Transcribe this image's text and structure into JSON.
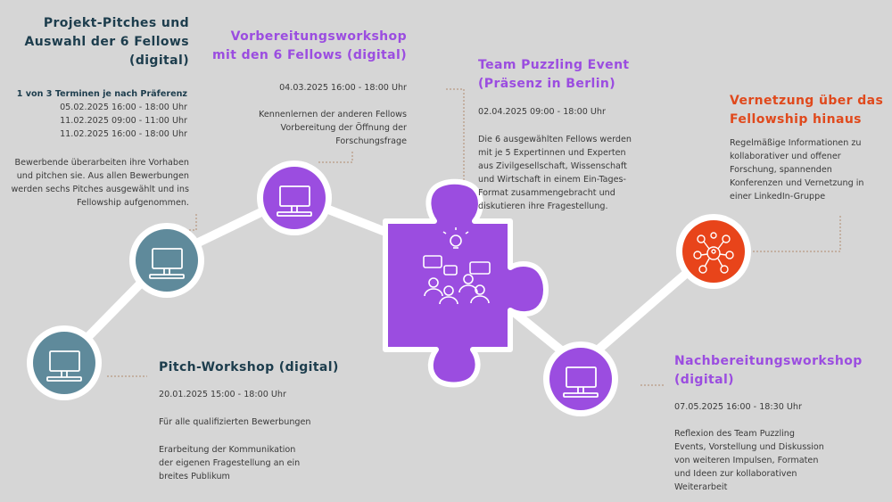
{
  "colors": {
    "background": "#d6d6d6",
    "teal": "#5f8a9b",
    "purple": "#9b4de0",
    "orange": "#e8441a",
    "dark_title": "#1d3d4d",
    "connector": "#ffffff"
  },
  "stages": {
    "pitches": {
      "title": [
        "Projekt-Pitches und",
        "Auswahl der 6 Fellows",
        "(digital)"
      ],
      "subtitle": "1 von 3 Terminen je nach Präferenz",
      "dates": [
        "05.02.2025 16:00 - 18:00 Uhr",
        "11.02.2025 09:00 - 11:00 Uhr",
        "11.02.2025 16:00 - 18:00 Uhr"
      ],
      "description": [
        "Bewerbende überarbeiten ihre Vorhaben",
        "und pitchen sie. Aus allen Bewerbungen",
        "werden sechs Pitches ausgewählt und ins",
        "Fellowship aufgenommen."
      ],
      "icon": "monitor-icon"
    },
    "vorbereitung": {
      "title": [
        "Vorbereitungsworkshop",
        "mit den 6 Fellows (digital)"
      ],
      "date": "04.03.2025 16:00 - 18:00 Uhr",
      "description": [
        "Kennenlernen der anderen Fellows",
        "Vorbereitung der Öffnung der",
        "Forschungsfrage"
      ],
      "icon": "monitor-icon"
    },
    "puzzling": {
      "title": [
        "Team Puzzling Event",
        "(Präsenz in Berlin)"
      ],
      "date": "02.04.2025 09:00 - 18:00 Uhr",
      "description": [
        "Die 6 ausgewählten Fellows werden",
        "mit je 5 Expertinnen und Experten",
        "aus Zivilgesellschaft, Wissenschaft",
        "und Wirtschaft in einem Ein-Tages-",
        "Format zusammengebracht und",
        "diskutieren ihre Fragestellung."
      ],
      "icon": "puzzle-icon"
    },
    "vernetzung": {
      "title": [
        "Vernetzung über das",
        "Fellowship hinaus"
      ],
      "description": [
        "Regelmäßige Informationen zu",
        "kollaborativer und offener",
        "Forschung, spannenden",
        "Konferenzen und Vernetzung in",
        "einer LinkedIn-Gruppe"
      ],
      "icon": "network-icon"
    },
    "pitch_workshop": {
      "title": "Pitch-Workshop (digital)",
      "date": "20.01.2025 15:00 - 18:00 Uhr",
      "description1": "Für alle qualifizierten Bewerbungen",
      "description2": [
        "Erarbeitung der Kommunikation",
        "der eigenen Fragestellung an ein",
        "breites Publikum"
      ],
      "icon": "monitor-icon"
    },
    "nachbereitung": {
      "title": [
        "Nachbereitungsworkshop",
        "(digital)"
      ],
      "date": "07.05.2025 16:00 - 18:30 Uhr",
      "description": [
        "Reflexion des Team Puzzling",
        "Events, Vorstellung und Diskussion",
        "von weiteren Impulsen, Formaten",
        "und Ideen zur kollaborativen",
        "Weiterarbeit"
      ],
      "icon": "monitor-icon"
    }
  }
}
